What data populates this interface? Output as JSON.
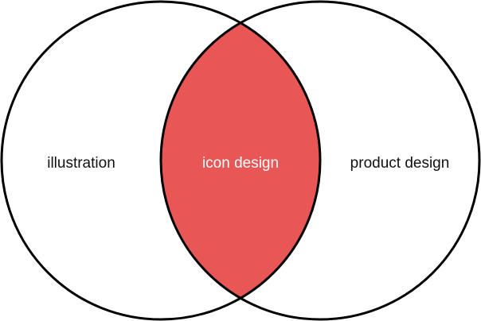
{
  "diagram": {
    "sets": [
      {
        "id": "left",
        "label": "illustration"
      },
      {
        "id": "right",
        "label": "product design"
      }
    ],
    "intersection": {
      "label": "icon design"
    },
    "colors": {
      "background": "#ffffff",
      "outline": "#000000",
      "set_text": "#111111",
      "intersection_fill": "#e85656",
      "intersection_text": "#ffffff"
    }
  }
}
